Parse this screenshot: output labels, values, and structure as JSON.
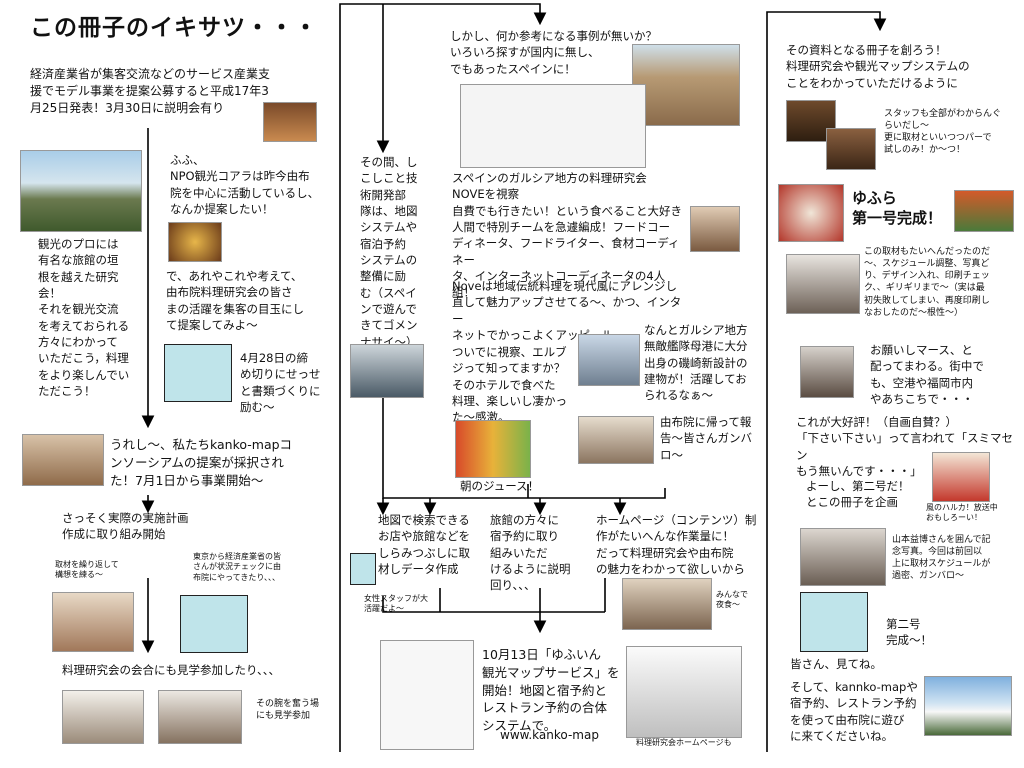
{
  "title": "この冊子のイキサツ・・・",
  "left": {
    "intro": "経済産業省が集客交流などのサービス産業支\n援でモデル事業を提案公募すると平成17年3\n月25日発表！3月30日に説明会有り",
    "koara": "ふふ、\nNPO観光コアラは昨今由布\n院を中心に活動しているし、\nなんか提案したい！",
    "pro": "観光のプロには\n有名な旅館の垣\n根を越えた研究\n会！\nそれを観光交流\nを考えておられる\n方々にわかって\nいただこう，料理\nをより楽しんでい\nただこう！",
    "plan": "で、あれやこれや考えて、\n由布院料理研究会の皆さ\nまの活躍を集客の目玉にし\nて提案してみよ～",
    "deadline": "4月28日の締\nめ切りにせっせ\nと書類づくりに\n励む～",
    "adopted": "うれし～、私たちkanko-mapコ\nンソーシアムの提案が採択され\nた！7月1日から事業開始～",
    "start": "さっそく実際の実施計画\n作成に取り組み開始",
    "note1": "取材を繰り返して\n構想を練る～",
    "note2": "東京から経済産業省の皆\nさんが状況チェックに由\n布院にやってきたり、、、",
    "visit": "料理研究会の会合にも見学参加したり、、、",
    "visit_note": "その腕を奮う場\nにも見学参加"
  },
  "middle": {
    "meanwhile": "その間、し\nこしこと技\n術開発部\n隊は、地図\nシステムや\n宿泊予約\nシステムの\n整備に励\nむ（スペイ\nンで遊んで\nきてゴメン\nナサイ～）",
    "search": "しかし、何か参考になる事例が無いか？\nいろいろ探すが国内に無し、\nでもあったスペインに！",
    "nove": "スペインのガルシア地方の料理研究会\nNOVEを視察\n自費でも行きたい！という食べること大好き\n人間で特別チームを急遽編成！フードコー\nディネータ、フードライター、食材コーディネー\nタ、インターネットコーディネータの4人組！",
    "nove_desc": "Noveは地域伝統料理を現代風にアレンジし\n直して魅力アップさせてる～、かつ、インター\nネットでかっこよくアッピール",
    "hotel": "ついでに視察、エルブ\nジって知ってますか？\nそのホテルで食べた\n料理、楽しいし凄かっ\nた～感激。",
    "museum": "なんとガルシア地方\n無敵艦隊母港に大分\n出身の磯崎新設計の\n建物が！活躍してお\nられるなぁ～",
    "report": "由布院に帰って報\n告～皆さんガンバ\nロ～",
    "juice": "朝のジュース！",
    "map_data": "地図で検索できる\nお店や旅館などを\nしらみつぶしに取\n材しデータ作成",
    "staff_note": "女性スタッフが大\n活躍だよ～",
    "ryokan": "旅館の方々に\n宿予約に取り\n組みいただ\nけるように説明\n回り、、、",
    "homepage": "ホームページ（コンテンツ）制\n作がたいへんな作業量に！\nだって料理研究会や由布院\nの魅力をわかって欲しいから",
    "night": "みんなで\n夜食～",
    "launch": "10月13日「ゆふいん\n観光マップサービス」を\n開始！地図と宿予約と\nレストラン予約の合体\nシステムで。",
    "url": "www.kanko-map",
    "hp_caption": "料理研究会ホームページも"
  },
  "right": {
    "create": "その資料となる冊子を創ろう！\n料理研究会や観光マップシステムの\nことをわかっていただけるように",
    "staff": "スタッフも全部がわからんぐ\nらいだし～\n更に取材といいつつパーで\n試しのみ！か～つ！",
    "yufura": "ゆふら\n第一号完成！",
    "hard": "この取材もたいへんだったのだ\n～、スケジュール調整、写真ど\nり、デザイン入れ、印刷チェッ\nク、、ギリギリまで～（実は最\n初失敗してしまい、再度印刷し\nなおしたのだ～根性～）",
    "distribute": "お願いしマース、と\n配ってまわる。街中で\nも、空港や福岡市内\nやあちこちで・・・",
    "popular": "これが大好評！（自画自賛？）\n「下さい下さい」って言われて「スミマセン\nもう無いんです・・・」",
    "second": "よーし、第二号だ！\nとこの冊子を企画",
    "wind": "風のハルカ！放送中\nおもしろーい！",
    "yamamoto": "山本益博さんを囲んで記\n念写真。今回は前回以\n上に取材スケジュールが\n過密、ガンバロ～",
    "no2": "第二号\n完成～！",
    "see": "皆さん、見てね。",
    "final": "そして、kannko-mapや\n宿予約、レストラン予約\nを使って由布院に遊び\nに来てくださいね。"
  },
  "colors": {
    "placeholder": "#bfe4ea",
    "line": "#000000"
  }
}
